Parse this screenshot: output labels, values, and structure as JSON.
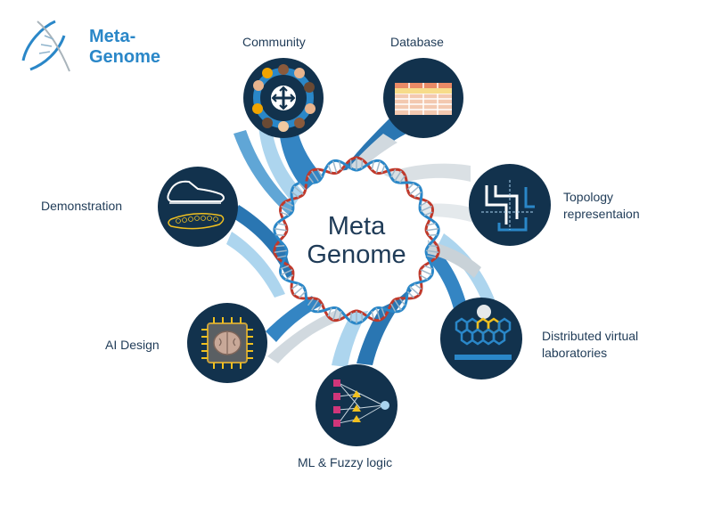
{
  "logo": {
    "line1": "Meta-",
    "line2": "Genome",
    "icon": "dna-helix-icon"
  },
  "center": {
    "line1": "Meta",
    "line2": "Genome"
  },
  "nodes": [
    {
      "id": "community",
      "label": "Community",
      "icon": "community-network-icon"
    },
    {
      "id": "database",
      "label": "Database",
      "icon": "database-table-icon"
    },
    {
      "id": "topology",
      "label_line1": "Topology",
      "label_line2": "representaion",
      "icon": "topology-structure-icon"
    },
    {
      "id": "distributed",
      "label_line1": "Distributed virtual",
      "label_line2": "laboratories",
      "icon": "lattice-structure-icon"
    },
    {
      "id": "ml",
      "label": "ML & Fuzzy logic",
      "icon": "neural-network-icon"
    },
    {
      "id": "ai",
      "label": "AI Design",
      "icon": "ai-chip-brain-icon"
    },
    {
      "id": "demonstration",
      "label": "Demonstration",
      "icon": "shoe-sole-icon"
    }
  ],
  "colors": {
    "navy": "#12324d",
    "ribbon_blue": "#2a7fc0",
    "ribbon_light": "#a9d3ee",
    "ribbon_gray": "#b9c4cc",
    "dna_red": "#c0392b",
    "dna_blue": "#2a87c8",
    "text": "#1f3b57"
  }
}
